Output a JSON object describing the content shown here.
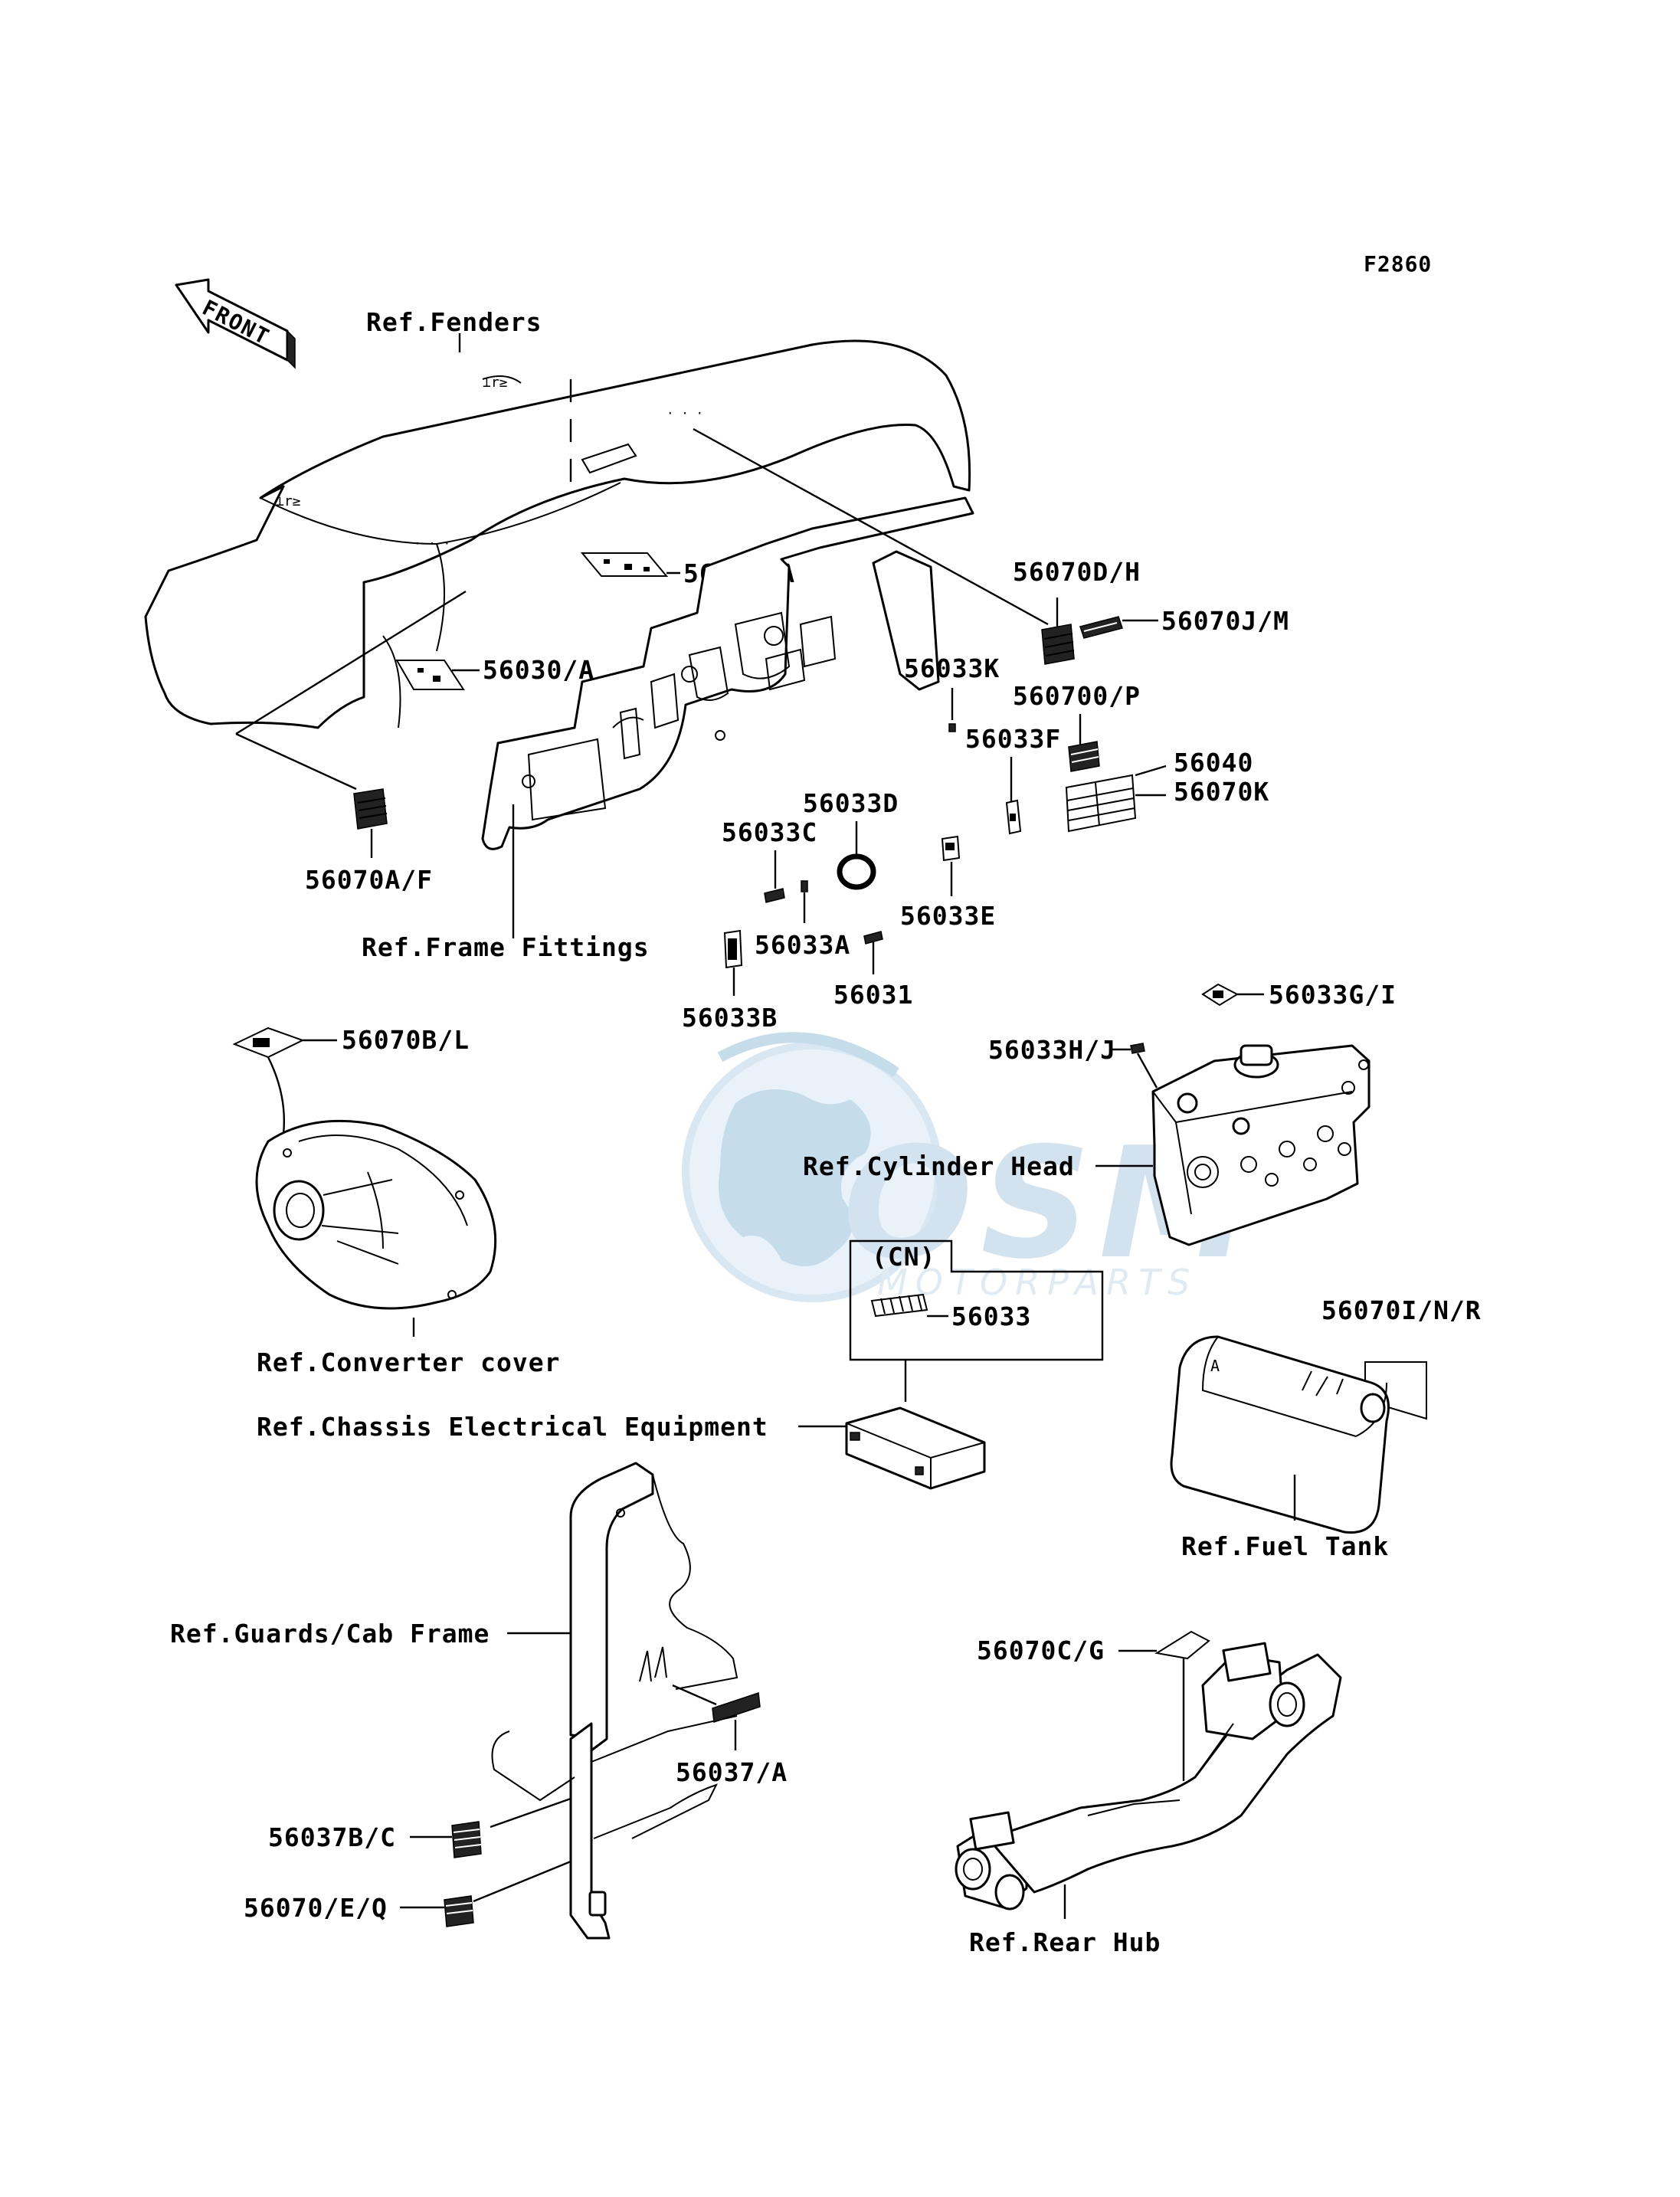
{
  "figure_code": "F2860",
  "direction_arrow": "FRONT",
  "parts": {
    "p56030a_top": "56030/A",
    "p56030a_left": "56030/A",
    "p56070a_f": "56070A/F",
    "p56070d_h": "56070D/H",
    "p56070j_m": "56070J/M",
    "p56033k": "56033K",
    "p560700_p": "560700/P",
    "p56033f": "56033F",
    "p56040": "56040",
    "p56070k": "56070K",
    "p56033d": "56033D",
    "p56033c": "56033C",
    "p56033e": "56033E",
    "p56033a": "56033A",
    "p56031": "56031",
    "p56033b": "56033B",
    "p56070b_l": "56070B/L",
    "p56033g_i": "56033G/I",
    "p56033h_j": "56033H/J",
    "cn_label": "(CN)",
    "p56033": "56033",
    "p56070i_n_r": "56070I/N/R",
    "p56070c_g": "56070C/G",
    "p56037a": "56037/A",
    "p56037b_c": "56037B/C",
    "p56070e_q": "56070/E/Q"
  },
  "refs": {
    "fenders": "Ref.Fenders",
    "frame_fittings": "Ref.Frame Fittings",
    "converter_cover": "Ref.Converter cover",
    "cylinder_head": "Ref.Cylinder Head",
    "chassis_electrical": "Ref.Chassis Electrical Equipment",
    "fuel_tank": "Ref.Fuel Tank",
    "guards_cab_frame": "Ref.Guards/Cab Frame",
    "rear_hub": "Ref.Rear Hub"
  },
  "watermark": {
    "brand": "OSM",
    "sub": "MOTORPARTS"
  }
}
